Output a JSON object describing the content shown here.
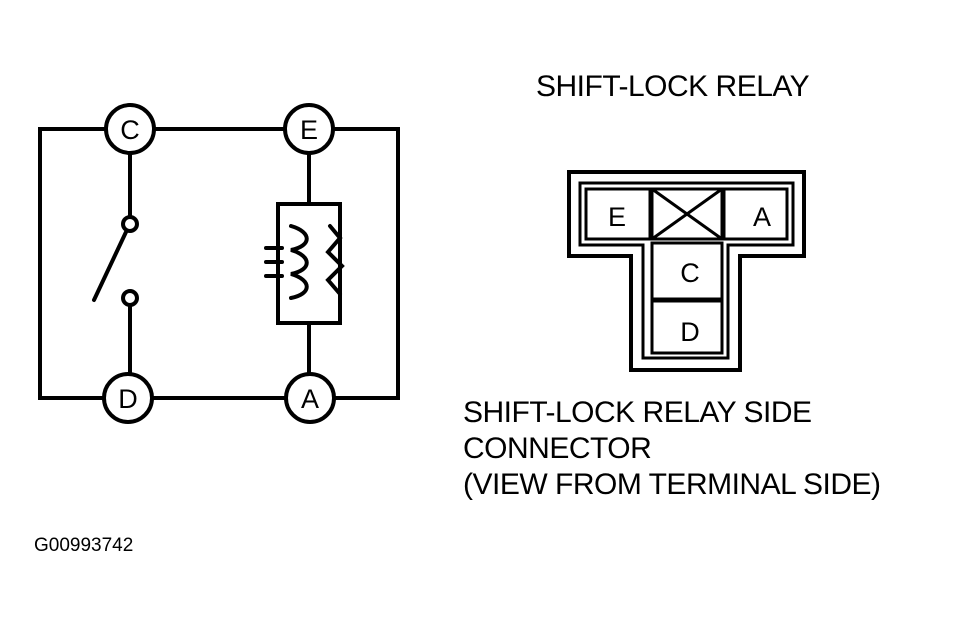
{
  "title": "SHIFT-LOCK RELAY",
  "schematic": {
    "terminals": {
      "c": "C",
      "e": "E",
      "d": "D",
      "a": "A"
    }
  },
  "connector": {
    "caption_lines": [
      "SHIFT-LOCK RELAY SIDE",
      "CONNECTOR",
      "(VIEW FROM TERMINAL SIDE)"
    ],
    "cells": {
      "e": "E",
      "a": "A",
      "c": "C",
      "d": "D"
    }
  },
  "figure_id": "G00993742"
}
